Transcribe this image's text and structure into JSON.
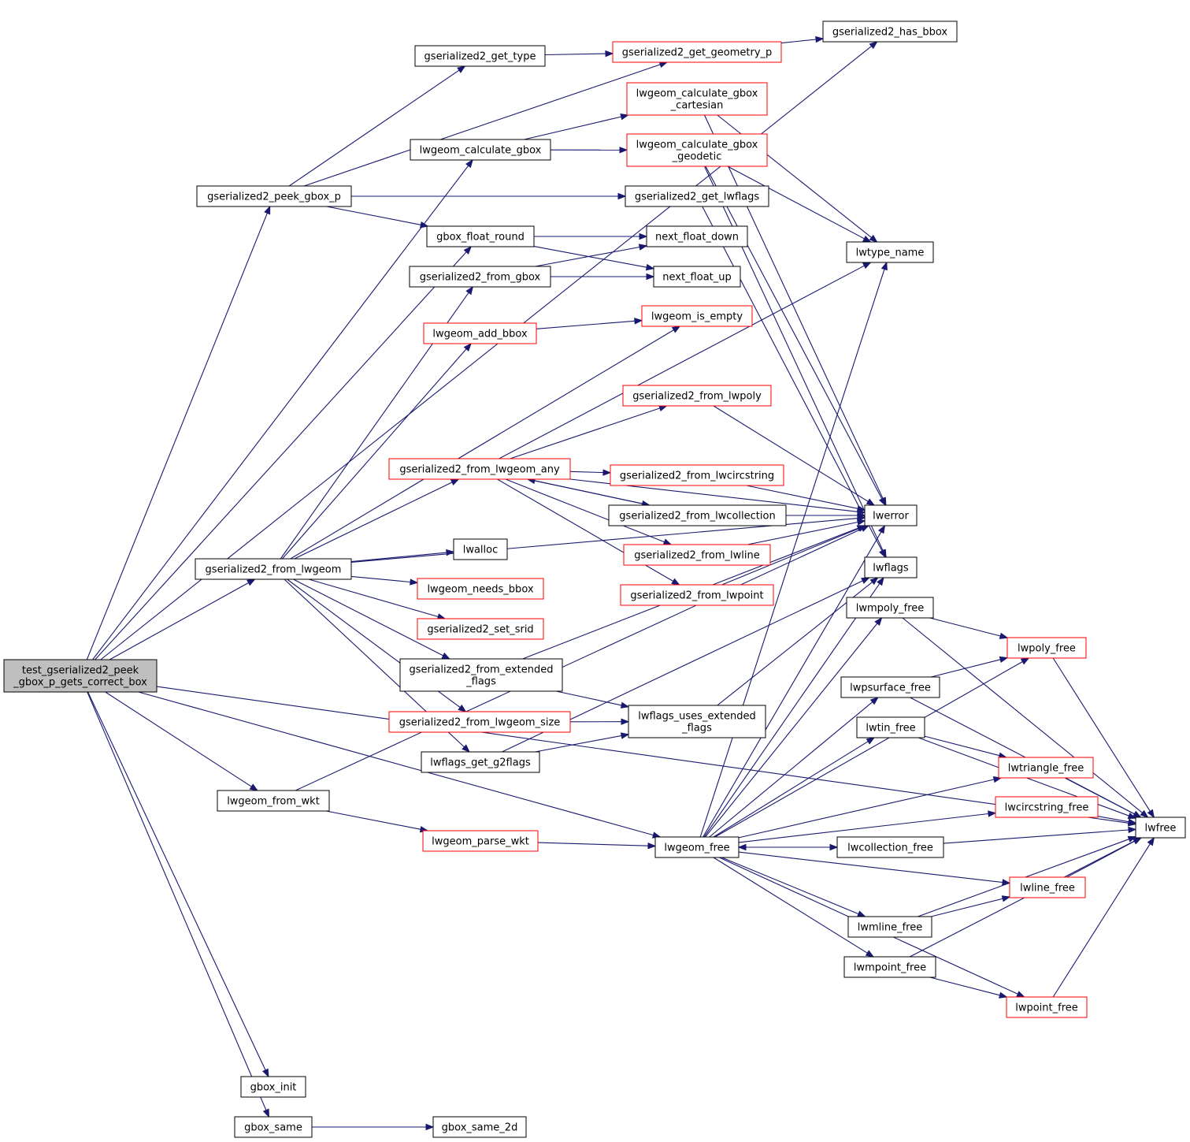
{
  "graph": {
    "title": "",
    "colors": {
      "edge": "#191970",
      "root_fill": "#bfbfbf",
      "node_fill": "#ffffff",
      "default_border": "#000000",
      "truncated_border": "#ff0000"
    },
    "nodes": [
      {
        "id": "root",
        "lines": [
          "test_gserialized2_peek",
          "_gbox_p_gets_correct_box"
        ],
        "style": "root"
      },
      {
        "id": "peek_gbox_p",
        "lines": [
          "gserialized2_peek_gbox_p"
        ],
        "style": "default"
      },
      {
        "id": "get_type",
        "lines": [
          "gserialized2_get_type"
        ],
        "style": "default"
      },
      {
        "id": "get_geometry_p",
        "lines": [
          "gserialized2_get_geometry_p"
        ],
        "style": "truncated"
      },
      {
        "id": "has_bbox",
        "lines": [
          "gserialized2_has_bbox"
        ],
        "style": "default"
      },
      {
        "id": "calc_gbox_cart",
        "lines": [
          "lwgeom_calculate_gbox",
          "_cartesian"
        ],
        "style": "truncated"
      },
      {
        "id": "calc_gbox",
        "lines": [
          "lwgeom_calculate_gbox"
        ],
        "style": "default"
      },
      {
        "id": "calc_gbox_geod",
        "lines": [
          "lwgeom_calculate_gbox",
          "_geodetic"
        ],
        "style": "truncated"
      },
      {
        "id": "get_lwflags",
        "lines": [
          "gserialized2_get_lwflags"
        ],
        "style": "default"
      },
      {
        "id": "float_round",
        "lines": [
          "gbox_float_round"
        ],
        "style": "default"
      },
      {
        "id": "next_down",
        "lines": [
          "next_float_down"
        ],
        "style": "default"
      },
      {
        "id": "next_up",
        "lines": [
          "next_float_up"
        ],
        "style": "default"
      },
      {
        "id": "lwtype_name",
        "lines": [
          "lwtype_name"
        ],
        "style": "default"
      },
      {
        "id": "from_gbox",
        "lines": [
          "gserialized2_from_gbox"
        ],
        "style": "default"
      },
      {
        "id": "add_bbox",
        "lines": [
          "lwgeom_add_bbox"
        ],
        "style": "truncated"
      },
      {
        "id": "is_empty",
        "lines": [
          "lwgeom_is_empty"
        ],
        "style": "truncated"
      },
      {
        "id": "from_lwpoly",
        "lines": [
          "gserialized2_from_lwpoly"
        ],
        "style": "truncated"
      },
      {
        "id": "from_any",
        "lines": [
          "gserialized2_from_lwgeom_any"
        ],
        "style": "truncated"
      },
      {
        "id": "from_circ",
        "lines": [
          "gserialized2_from_lwcircstring"
        ],
        "style": "truncated"
      },
      {
        "id": "from_coll",
        "lines": [
          "gserialized2_from_lwcollection"
        ],
        "style": "default"
      },
      {
        "id": "lwerror",
        "lines": [
          "lwerror"
        ],
        "style": "default"
      },
      {
        "id": "lwalloc",
        "lines": [
          "lwalloc"
        ],
        "style": "default"
      },
      {
        "id": "from_lwline",
        "lines": [
          "gserialized2_from_lwline"
        ],
        "style": "truncated"
      },
      {
        "id": "lwflags",
        "lines": [
          "lwflags"
        ],
        "style": "default"
      },
      {
        "id": "from_lwgeom",
        "lines": [
          "gserialized2_from_lwgeom"
        ],
        "style": "default"
      },
      {
        "id": "needs_bbox",
        "lines": [
          "lwgeom_needs_bbox"
        ],
        "style": "truncated"
      },
      {
        "id": "from_lwpoint",
        "lines": [
          "gserialized2_from_lwpoint"
        ],
        "style": "truncated"
      },
      {
        "id": "lwmpoly_free",
        "lines": [
          "lwmpoly_free"
        ],
        "style": "default"
      },
      {
        "id": "set_srid",
        "lines": [
          "gserialized2_set_srid"
        ],
        "style": "truncated"
      },
      {
        "id": "lwpoly_free",
        "lines": [
          "lwpoly_free"
        ],
        "style": "truncated"
      },
      {
        "id": "from_ext",
        "lines": [
          "gserialized2_from_extended",
          "_flags"
        ],
        "style": "default"
      },
      {
        "id": "lwpsurface_free",
        "lines": [
          "lwpsurface_free"
        ],
        "style": "default"
      },
      {
        "id": "uses_ext",
        "lines": [
          "lwflags_uses_extended",
          "_flags"
        ],
        "style": "default"
      },
      {
        "id": "from_size",
        "lines": [
          "gserialized2_from_lwgeom_size"
        ],
        "style": "truncated"
      },
      {
        "id": "lwtin_free",
        "lines": [
          "lwtin_free"
        ],
        "style": "default"
      },
      {
        "id": "get_g2flags",
        "lines": [
          "lwflags_get_g2flags"
        ],
        "style": "default"
      },
      {
        "id": "lwtriangle_free",
        "lines": [
          "lwtriangle_free"
        ],
        "style": "truncated"
      },
      {
        "id": "from_wkt",
        "lines": [
          "lwgeom_from_wkt"
        ],
        "style": "default"
      },
      {
        "id": "lwcirc_free",
        "lines": [
          "lwcircstring_free"
        ],
        "style": "truncated"
      },
      {
        "id": "lwfree",
        "lines": [
          "lwfree"
        ],
        "style": "default"
      },
      {
        "id": "parse_wkt",
        "lines": [
          "lwgeom_parse_wkt"
        ],
        "style": "truncated"
      },
      {
        "id": "lwgeom_free",
        "lines": [
          "lwgeom_free"
        ],
        "style": "default"
      },
      {
        "id": "lwcoll_free",
        "lines": [
          "lwcollection_free"
        ],
        "style": "default"
      },
      {
        "id": "lwline_free",
        "lines": [
          "lwline_free"
        ],
        "style": "truncated"
      },
      {
        "id": "lwmline_free",
        "lines": [
          "lwmline_free"
        ],
        "style": "default"
      },
      {
        "id": "lwmpoint_free",
        "lines": [
          "lwmpoint_free"
        ],
        "style": "default"
      },
      {
        "id": "lwpoint_free",
        "lines": [
          "lwpoint_free"
        ],
        "style": "truncated"
      },
      {
        "id": "gbox_init",
        "lines": [
          "gbox_init"
        ],
        "style": "default"
      },
      {
        "id": "gbox_same",
        "lines": [
          "gbox_same"
        ],
        "style": "default"
      },
      {
        "id": "gbox_same_2d",
        "lines": [
          "gbox_same_2d"
        ],
        "style": "default"
      }
    ],
    "edges": [
      [
        "root",
        "has_bbox"
      ],
      [
        "root",
        "peek_gbox_p"
      ],
      [
        "root",
        "calc_gbox"
      ],
      [
        "root",
        "float_round"
      ],
      [
        "root",
        "from_lwgeom"
      ],
      [
        "root",
        "from_wkt"
      ],
      [
        "root",
        "lwgeom_free"
      ],
      [
        "root",
        "lwfree"
      ],
      [
        "root",
        "gbox_init"
      ],
      [
        "root",
        "gbox_same"
      ],
      [
        "peek_gbox_p",
        "get_type"
      ],
      [
        "peek_gbox_p",
        "get_geometry_p"
      ],
      [
        "peek_gbox_p",
        "get_lwflags"
      ],
      [
        "peek_gbox_p",
        "float_round"
      ],
      [
        "get_type",
        "get_geometry_p"
      ],
      [
        "get_geometry_p",
        "has_bbox"
      ],
      [
        "calc_gbox",
        "calc_gbox_cart"
      ],
      [
        "calc_gbox",
        "calc_gbox_geod"
      ],
      [
        "calc_gbox_cart",
        "lwtype_name"
      ],
      [
        "calc_gbox_cart",
        "lwerror"
      ],
      [
        "calc_gbox_geod",
        "lwtype_name"
      ],
      [
        "calc_gbox_geod",
        "lwerror"
      ],
      [
        "calc_gbox_geod",
        "lwflags"
      ],
      [
        "get_lwflags",
        "lwflags"
      ],
      [
        "float_round",
        "next_down"
      ],
      [
        "float_round",
        "next_up"
      ],
      [
        "from_gbox",
        "next_down"
      ],
      [
        "from_gbox",
        "next_up"
      ],
      [
        "add_bbox",
        "is_empty"
      ],
      [
        "from_lwgeom",
        "from_gbox"
      ],
      [
        "from_lwgeom",
        "add_bbox"
      ],
      [
        "from_lwgeom",
        "is_empty"
      ],
      [
        "from_lwgeom",
        "from_any"
      ],
      [
        "from_lwgeom",
        "lwalloc"
      ],
      [
        "from_lwgeom",
        "needs_bbox"
      ],
      [
        "from_lwgeom",
        "set_srid"
      ],
      [
        "from_lwgeom",
        "from_ext"
      ],
      [
        "from_lwgeom",
        "from_size"
      ],
      [
        "from_lwgeom",
        "get_g2flags"
      ],
      [
        "from_lwgeom",
        "lwerror"
      ],
      [
        "from_any",
        "lwtype_name"
      ],
      [
        "from_any",
        "from_lwpoly"
      ],
      [
        "from_any",
        "lwerror"
      ],
      [
        "from_any",
        "from_circ"
      ],
      [
        "from_any",
        "from_coll"
      ],
      [
        "from_any",
        "from_lwline"
      ],
      [
        "from_any",
        "from_lwpoint"
      ],
      [
        "from_coll",
        "from_any"
      ],
      [
        "from_coll",
        "lwerror"
      ],
      [
        "from_lwpoly",
        "lwerror"
      ],
      [
        "from_circ",
        "lwerror"
      ],
      [
        "from_lwline",
        "lwerror"
      ],
      [
        "from_lwpoint",
        "lwerror"
      ],
      [
        "from_ext",
        "lwerror"
      ],
      [
        "from_ext",
        "uses_ext"
      ],
      [
        "from_size",
        "uses_ext"
      ],
      [
        "get_g2flags",
        "uses_ext"
      ],
      [
        "get_g2flags",
        "lwflags"
      ],
      [
        "uses_ext",
        "lwflags"
      ],
      [
        "from_wkt",
        "lwerror"
      ],
      [
        "from_wkt",
        "parse_wkt"
      ],
      [
        "parse_wkt",
        "lwgeom_free"
      ],
      [
        "lwgeom_free",
        "lwtype_name"
      ],
      [
        "lwgeom_free",
        "lwerror"
      ],
      [
        "lwgeom_free",
        "lwflags"
      ],
      [
        "lwgeom_free",
        "lwmpoly_free"
      ],
      [
        "lwgeom_free",
        "lwpoly_free"
      ],
      [
        "lwgeom_free",
        "lwpsurface_free"
      ],
      [
        "lwgeom_free",
        "lwtin_free"
      ],
      [
        "lwgeom_free",
        "lwtriangle_free"
      ],
      [
        "lwgeom_free",
        "lwcirc_free"
      ],
      [
        "lwgeom_free",
        "lwcoll_free"
      ],
      [
        "lwgeom_free",
        "lwline_free"
      ],
      [
        "lwgeom_free",
        "lwmline_free"
      ],
      [
        "lwgeom_free",
        "lwmpoint_free"
      ],
      [
        "lwgeom_free",
        "lwpoint_free"
      ],
      [
        "lwcoll_free",
        "lwgeom_free"
      ],
      [
        "lwcoll_free",
        "lwfree"
      ],
      [
        "lwmpoly_free",
        "lwpoly_free"
      ],
      [
        "lwmpoly_free",
        "lwfree"
      ],
      [
        "lwpoly_free",
        "lwfree"
      ],
      [
        "lwpsurface_free",
        "lwpoly_free"
      ],
      [
        "lwpsurface_free",
        "lwfree"
      ],
      [
        "lwtin_free",
        "lwtriangle_free"
      ],
      [
        "lwtin_free",
        "lwfree"
      ],
      [
        "lwtriangle_free",
        "lwfree"
      ],
      [
        "lwcirc_free",
        "lwfree"
      ],
      [
        "lwline_free",
        "lwfree"
      ],
      [
        "lwmline_free",
        "lwline_free"
      ],
      [
        "lwmline_free",
        "lwfree"
      ],
      [
        "lwmpoint_free",
        "lwpoint_free"
      ],
      [
        "lwmpoint_free",
        "lwfree"
      ],
      [
        "lwpoint_free",
        "lwfree"
      ],
      [
        "gbox_same",
        "gbox_same_2d"
      ]
    ]
  }
}
